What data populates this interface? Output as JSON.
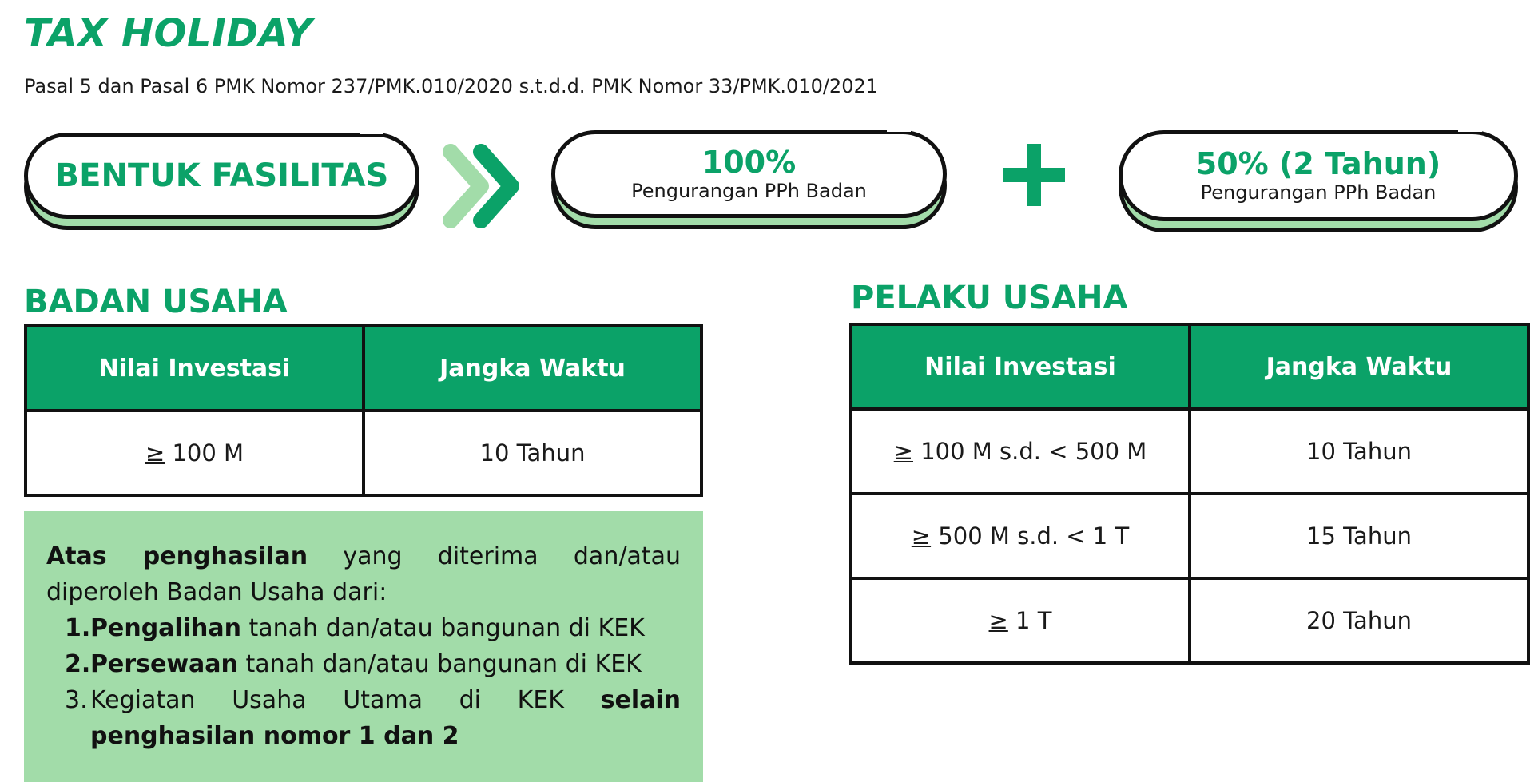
{
  "header": {
    "title": "TAX HOLIDAY",
    "subtitle": "Pasal 5 dan Pasal 6 PMK Nomor 237/PMK.010/2020 s.t.d.d. PMK Nomor 33/PMK.010/2021"
  },
  "facility": {
    "label": "BENTUK FASILITAS",
    "first": {
      "value": "100%",
      "caption": "Pengurangan PPh Badan"
    },
    "second": {
      "value": "50% (2 Tahun)",
      "caption": "Pengurangan PPh Badan"
    }
  },
  "badan_usaha": {
    "heading": "BADAN USAHA",
    "columns": [
      "Nilai Investasi",
      "Jangka Waktu"
    ],
    "rows": [
      {
        "symbol": "≥",
        "investment": " 100 M",
        "duration": "10 Tahun"
      }
    ]
  },
  "pelaku_usaha": {
    "heading": "PELAKU USAHA",
    "columns": [
      "Nilai Investasi",
      "Jangka Waktu"
    ],
    "rows": [
      {
        "symbol": "≥",
        "investment": " 100 M s.d. < 500 M",
        "duration": "10 Tahun"
      },
      {
        "symbol": "≥",
        "investment": " 500 M s.d. < 1 T",
        "duration": "15 Tahun"
      },
      {
        "symbol": "≥",
        "investment": " 1 T",
        "duration": "20 Tahun"
      }
    ]
  },
  "note": {
    "intro_bold": "Atas penghasilan",
    "intro_rest": " yang diterima dan/atau diperoleh Badan Usaha dari:",
    "items": [
      {
        "num": "1.",
        "bold": "Pengalihan",
        "rest": " tanah dan/atau bangunan di KEK"
      },
      {
        "num": "2.",
        "bold": "Persewaan",
        "rest": " tanah dan/atau bangunan di KEK"
      },
      {
        "num": "3.",
        "text": "Kegiatan Usaha Utama di KEK ",
        "bold_end": "selain penghasilan nomor 1 dan 2"
      }
    ]
  },
  "colors": {
    "accent": "#0ba268",
    "light_green": "#a2dca9",
    "outline": "#111111"
  }
}
